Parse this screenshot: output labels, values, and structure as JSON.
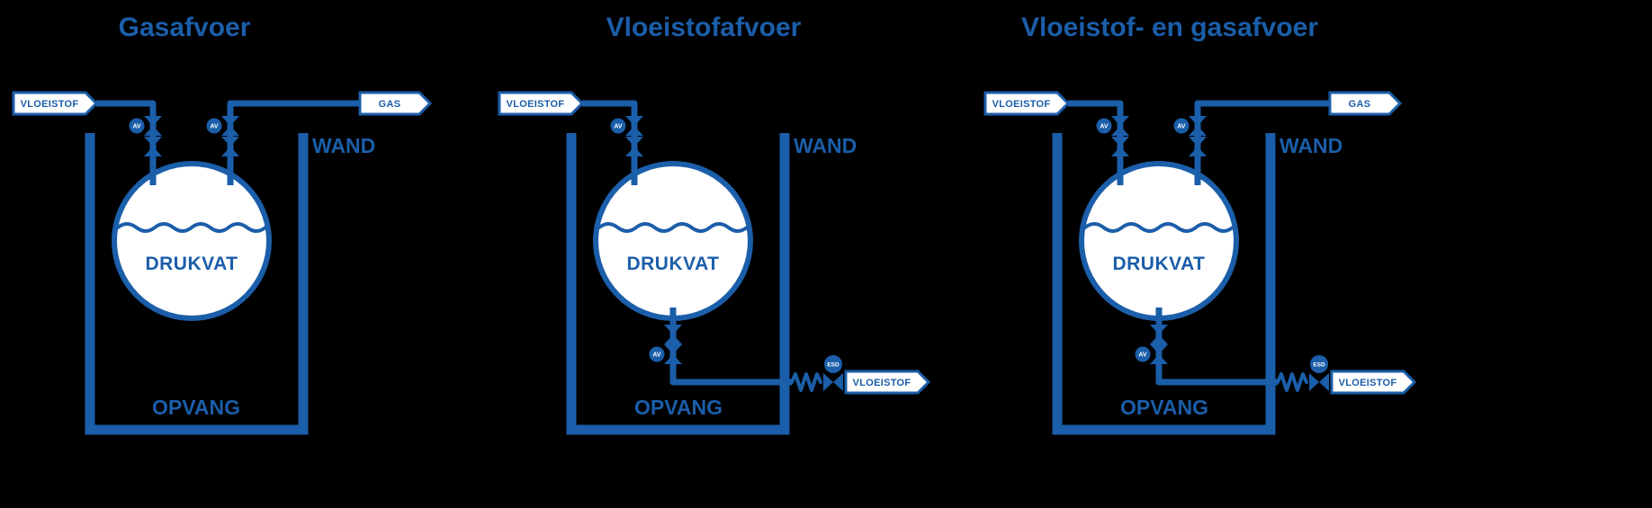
{
  "diagram": {
    "colors": {
      "primary_blue": "#1B5EA9",
      "background": "#000000",
      "fill_white": "#FFFFFF"
    },
    "panels": [
      {
        "title": "Gasafvoer",
        "inlet_tag": "VLOEISTOF",
        "gas_tag": "GAS",
        "vessel_label": "DRUKVAT",
        "wall_label": "WAND",
        "basin_label": "OPVANG",
        "inlet_valve_bubble": "AV",
        "gas_valve_bubble": "AV"
      },
      {
        "title": "Vloeistofafvoer",
        "inlet_tag": "VLOEISTOF",
        "outlet_tag": "VLOEISTOF",
        "vessel_label": "DRUKVAT",
        "wall_label": "WAND",
        "basin_label": "OPVANG",
        "inlet_valve_bubble": "AV",
        "outlet_valve_bubble": "AV",
        "esd_bubble": "ESD"
      },
      {
        "title": "Vloeistof- en gasafvoer",
        "inlet_tag": "VLOEISTOF",
        "gas_tag": "GAS",
        "outlet_tag": "VLOEISTOF",
        "vessel_label": "DRUKVAT",
        "wall_label": "WAND",
        "basin_label": "OPVANG",
        "inlet_valve_bubble": "AV",
        "gas_valve_bubble": "AV",
        "outlet_valve_bubble": "AV",
        "esd_bubble": "ESD"
      }
    ]
  }
}
